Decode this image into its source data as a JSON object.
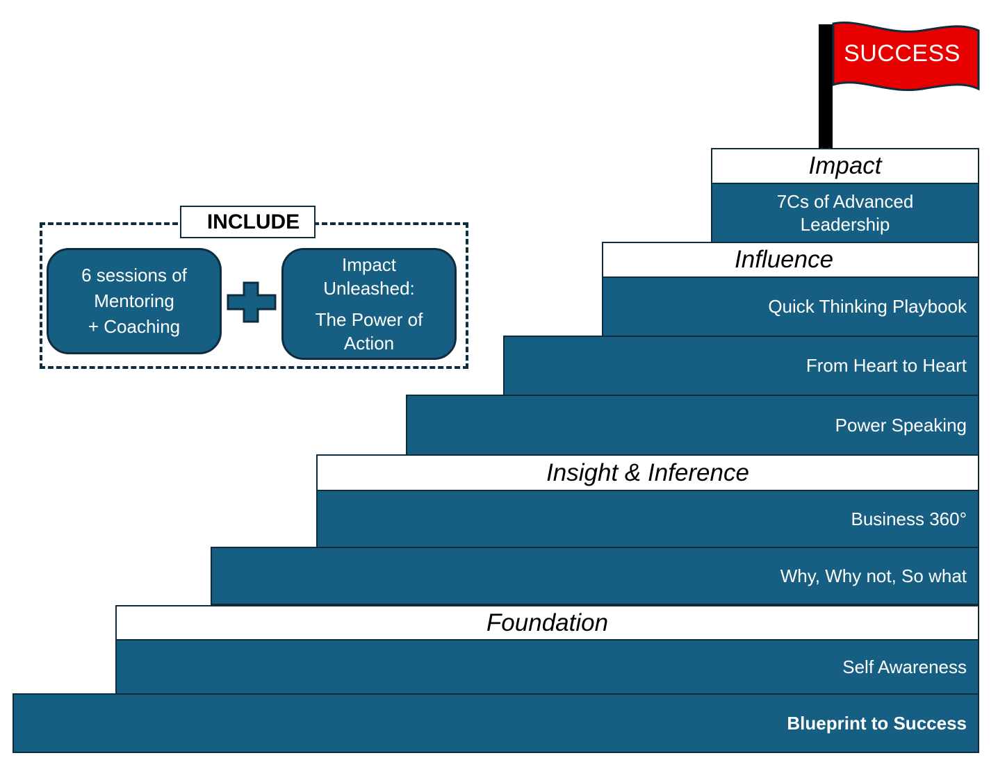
{
  "flag": {
    "label": "SUCCESS",
    "color": "#e80000"
  },
  "include": {
    "label": "INCLUDE",
    "cards": [
      {
        "lines": [
          "6 sessions of",
          "Mentoring",
          "+ Coaching"
        ]
      },
      {
        "lines": [
          "Impact",
          "Unleashed:",
          "The Power of",
          "Action"
        ]
      }
    ],
    "plus_icon": "plus-icon"
  },
  "levels": [
    {
      "name": "Impact",
      "steps": [
        "7Cs of Advanced Leadership"
      ]
    },
    {
      "name": "Influence",
      "steps": [
        "Quick Thinking Playbook",
        "From Heart to Heart",
        "Power Speaking"
      ]
    },
    {
      "name": "Insight & Inference",
      "steps": [
        "Business 360°",
        "Why, Why not, So what"
      ]
    },
    {
      "name": "Foundation",
      "steps": [
        "Self Awareness"
      ]
    }
  ],
  "base_step": "Blueprint to Success",
  "colors": {
    "step_fill": "#175f82",
    "outline": "#0f2c3f",
    "flag": "#e80000",
    "pole": "#000000"
  }
}
